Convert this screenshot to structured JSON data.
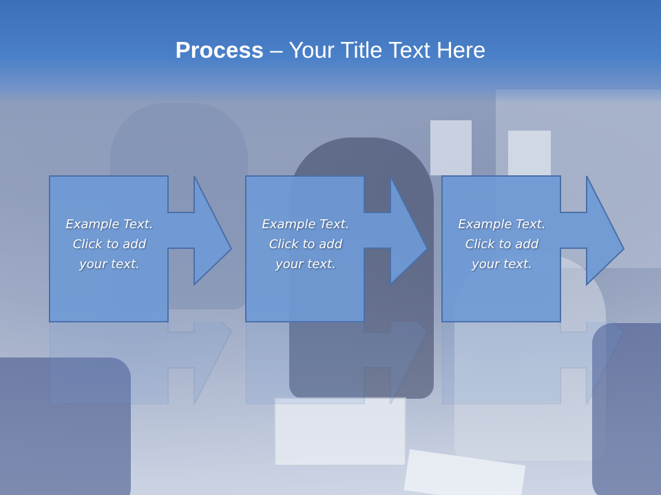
{
  "slide": {
    "title_bold": "Process",
    "title_rest": " – Your Title Text Here"
  },
  "steps": [
    {
      "text": "Example Text.\nClick  to add\nyour text.",
      "icon": "arrow-right-icon"
    },
    {
      "text": "Example Text.\nClick  to add\nyour text.",
      "icon": "arrow-right-icon"
    },
    {
      "text": "Example Text.\nClick  to add\nyour text.",
      "icon": "arrow-right-icon"
    }
  ],
  "colors": {
    "title_bar": "#4a80c8",
    "shape_fill": "#6f9ad6",
    "shape_stroke": "#4a6fa8",
    "text": "#ffffff"
  }
}
